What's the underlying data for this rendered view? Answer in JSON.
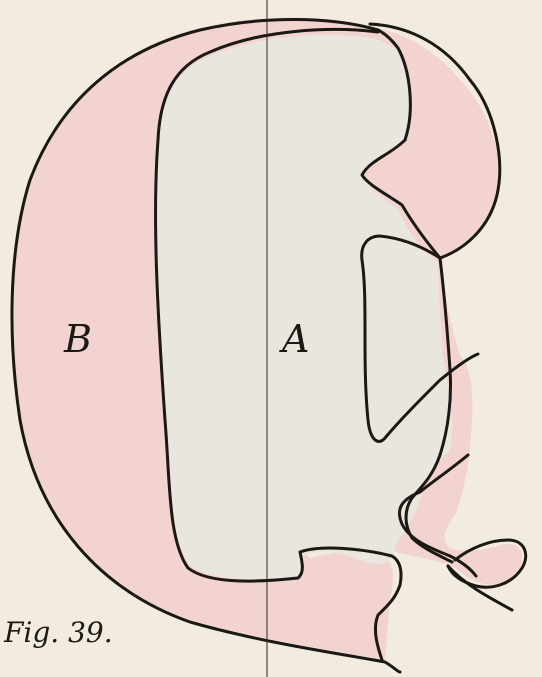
{
  "figure": {
    "region_labels": {
      "b": "B",
      "a": "A"
    },
    "caption": "Fig. 39."
  },
  "colors": {
    "paper": "#f1ecdf",
    "inner_region": "#e9e5df",
    "outer_region": "#f2d3cf",
    "ink": "#1c1814"
  }
}
